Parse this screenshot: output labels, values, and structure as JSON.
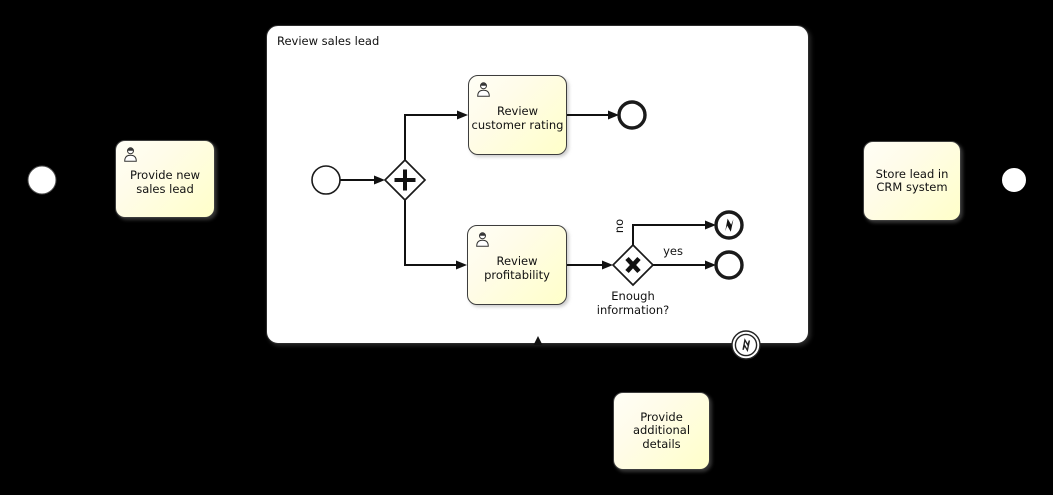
{
  "diagram": {
    "type": "bpmn-process",
    "title": "Review sales lead"
  },
  "colors": {
    "canvas_background": "#000000",
    "task_fill_top": "#fffef6",
    "task_fill_bottom": "#ffffc9",
    "task_border": "#3d3d3d",
    "shape_fill": "#ffffff",
    "flow_line": "#111111",
    "text": "#111111"
  },
  "nodes": {
    "start_event_main": {
      "type": "start-event"
    },
    "task_provide_new": {
      "type": "user-task",
      "label": "Provide new\nsales lead",
      "icon": "user-icon"
    },
    "subprocess_review_sales_lead": {
      "type": "expanded-subprocess",
      "label": "Review sales lead"
    },
    "start_event_sub": {
      "type": "start-event"
    },
    "gateway_parallel": {
      "type": "parallel-gateway",
      "symbol": "+"
    },
    "task_review_customer_rating": {
      "type": "user-task",
      "label": "Review\ncustomer rating",
      "icon": "user-icon"
    },
    "end_event_rating": {
      "type": "end-event"
    },
    "task_review_profitability": {
      "type": "user-task",
      "label": "Review\nprofitability",
      "icon": "user-icon"
    },
    "gateway_exclusive": {
      "type": "exclusive-gateway",
      "symbol": "X",
      "label": "Enough\ninformation?"
    },
    "end_event_error": {
      "type": "error-end-event",
      "icon": "lightning-bolt-filled"
    },
    "end_event_yes": {
      "type": "end-event"
    },
    "boundary_error_event": {
      "type": "error-boundary-event",
      "icon": "lightning-bolt-outline"
    },
    "task_store_lead": {
      "type": "task",
      "label": "Store lead in\nCRM system"
    },
    "end_event_main": {
      "type": "end-event"
    },
    "task_provide_additional": {
      "type": "task",
      "label": "Provide\nadditional\ndetails"
    }
  },
  "flows": {
    "no_label": "no",
    "yes_label": "yes"
  }
}
